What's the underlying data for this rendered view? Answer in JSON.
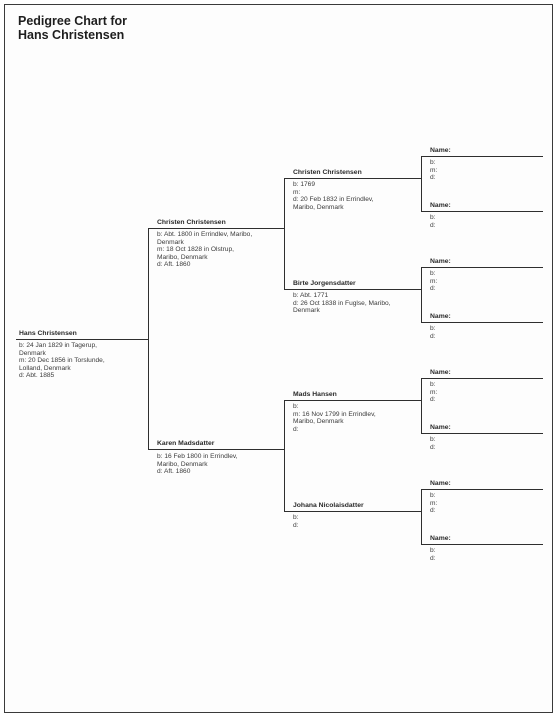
{
  "title": {
    "line1": "Pedigree Chart for",
    "line2": "Hans Christensen"
  },
  "gen1": {
    "name": "Hans Christensen",
    "details": [
      "b: 24 Jan 1829 in Tagerup,",
      "Denmark",
      "m: 20 Dec 1856 in Torslunde,",
      "Lolland, Denmark",
      "d: Abt. 1885"
    ]
  },
  "gen2": [
    {
      "name": "Christen Christensen",
      "details": [
        "b: Abt. 1800 in Errindlev, Maribo,",
        "Denmark",
        "m: 18 Oct 1828 in Olstrup,",
        "Maribo, Denmark",
        "d: Aft. 1860"
      ]
    },
    {
      "name": "Karen Madsdatter",
      "details": [
        "b: 16 Feb 1800 in Errindlev,",
        "Maribo, Denmark",
        "d: Aft. 1860"
      ]
    }
  ],
  "gen3": [
    {
      "name": "Christen Christensen",
      "details": [
        "b: 1769",
        "m:",
        "d: 20 Feb 1832 in Errindlev,",
        "Maribo, Denmark"
      ]
    },
    {
      "name": "Birte Jorgensdatter",
      "details": [
        "b: Abt. 1771",
        "d: 26 Oct 1838 in Fuglse, Maribo,",
        "Denmark"
      ]
    },
    {
      "name": "Mads Hansen",
      "details": [
        "b:",
        "m: 16 Nov 1799 in Errindlev,",
        "Maribo, Denmark",
        "d:"
      ]
    },
    {
      "name": "Johana Nicolaisdatter",
      "details": [
        "b:",
        "d:"
      ]
    }
  ],
  "gen4": [
    {
      "name": "Name:",
      "details": [
        "b:",
        "m:",
        "d:"
      ]
    },
    {
      "name": "Name:",
      "details": [
        "b:",
        "d:"
      ]
    },
    {
      "name": "Name:",
      "details": [
        "b:",
        "m:",
        "d:"
      ]
    },
    {
      "name": "Name:",
      "details": [
        "b:",
        "d:"
      ]
    },
    {
      "name": "Name:",
      "details": [
        "b:",
        "m:",
        "d:"
      ]
    },
    {
      "name": "Name:",
      "details": [
        "b:",
        "d:"
      ]
    },
    {
      "name": "Name:",
      "details": [
        "b:",
        "m:",
        "d:"
      ]
    },
    {
      "name": "Name:",
      "details": [
        "b:",
        "d:"
      ]
    }
  ]
}
